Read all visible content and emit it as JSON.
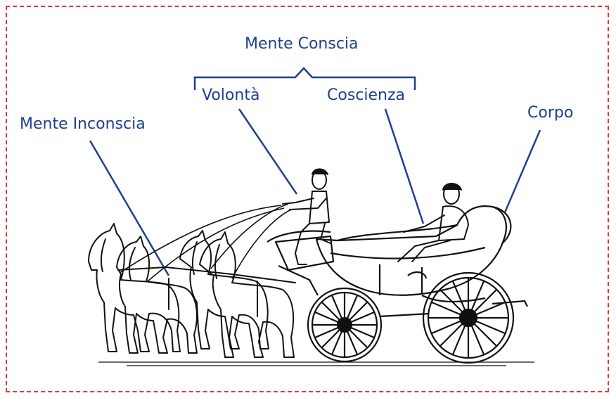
{
  "labels": {
    "mente_conscia": "Mente Conscia",
    "mente_inconscia": "Mente Inconscia",
    "volonta": "Volontà",
    "coscienza": "Coscienza",
    "corpo": "Corpo"
  },
  "colors": {
    "label": "#1f3f8f",
    "frame": "#e53935",
    "drawing": "#111111"
  }
}
